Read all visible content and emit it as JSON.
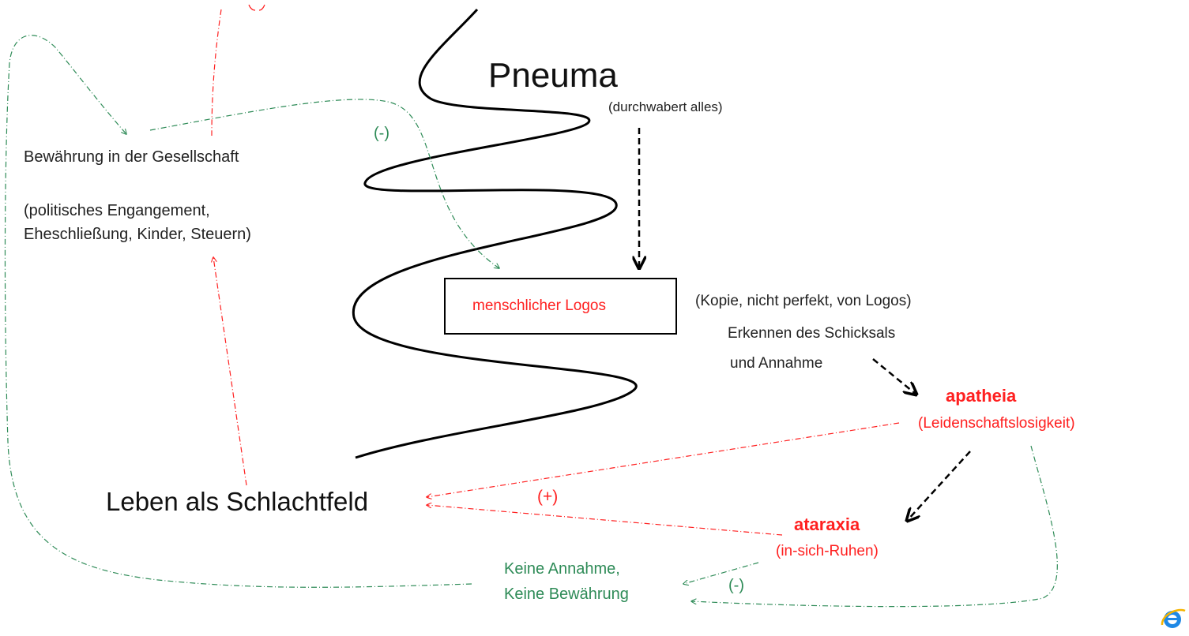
{
  "labels": {
    "pneuma": "Pneuma",
    "pneuma_sub": "(durchwabert alles)",
    "bewaehrung_title": "Bewährung in der Gesellschaft",
    "bewaehrung_line1": "(politisches Engangement,",
    "bewaehrung_line2": "Eheschließung, Kinder, Steuern)",
    "minus_top": "(-)",
    "logos_box": "menschlicher Logos",
    "kopie": "(Kopie, nicht perfekt, von Logos)",
    "erkennen_line1": "Erkennen des Schicksals",
    "erkennen_line2": "und Annahme",
    "apatheia": "apatheia",
    "apatheia_sub": "(Leidenschaftslosigkeit)",
    "leben": "Leben als Schlachtfeld",
    "plus": "(+)",
    "ataraxia": "ataraxia",
    "ataraxia_sub": "(in-sich-Ruhen)",
    "keine_line1": "Keine Annahme,",
    "keine_line2": "Keine Bewährung",
    "minus_bottom": "(-)"
  },
  "colors": {
    "text": "#222222",
    "green": "#2e8b57",
    "red": "#ff2020",
    "black": "#000000"
  },
  "icons": {
    "corner_logo": "ie-logo-icon"
  }
}
